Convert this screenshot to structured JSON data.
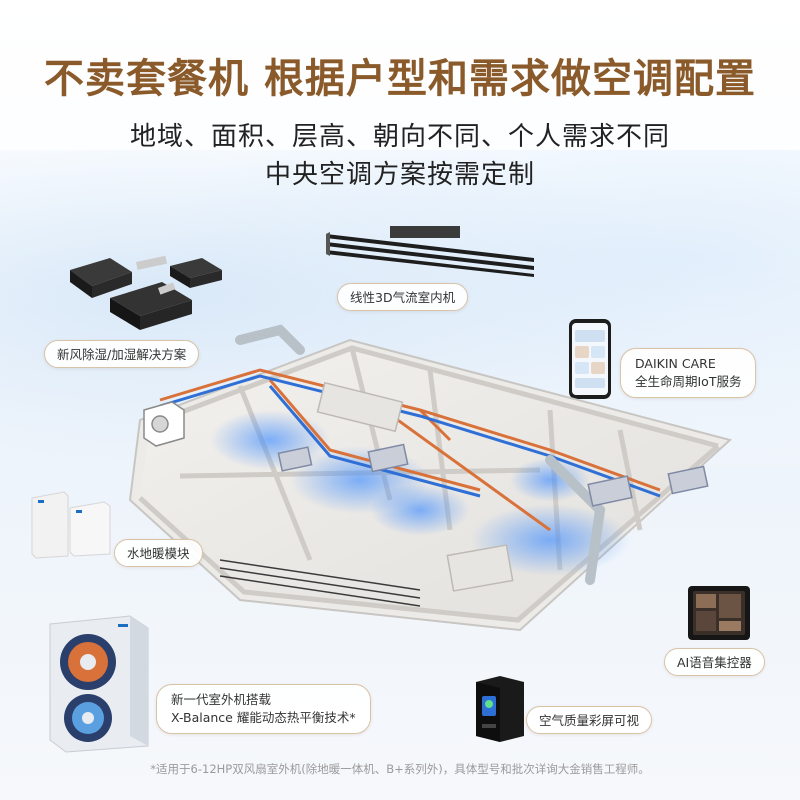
{
  "headline": "不卖套餐机  根据户型和需求做空调配置",
  "subheadline": {
    "line1": "地域、面积、层高、朝向不同、个人需求不同",
    "line2": "中央空调方案按需定制"
  },
  "callouts": {
    "linear_indoor": "线性3D气流室内机",
    "fresh_air": "新风除湿/加湿解决方案",
    "daikin_care_line1": "DAIKIN CARE",
    "daikin_care_line2": "全生命周期IoT服务",
    "floor_heating": "水地暖模块",
    "ai_controller": "AI语音集控器",
    "outdoor_line1": "新一代室外机搭载",
    "outdoor_line2": "X-Balance 耀能动态热平衡技术*",
    "air_quality": "空气质量彩屏可视"
  },
  "footnote": "*适用于6-12HP双风扇室外机(除地暖一体机、B+系列外)，具体型号和批次详询大金销售工程师。",
  "colors": {
    "headline": "#8a5a2b",
    "callout_border": "#d8c2a8",
    "warm_pipe": "#d9723a",
    "cool_pipe": "#2f6fd6",
    "duct": "#b8c0c8"
  }
}
